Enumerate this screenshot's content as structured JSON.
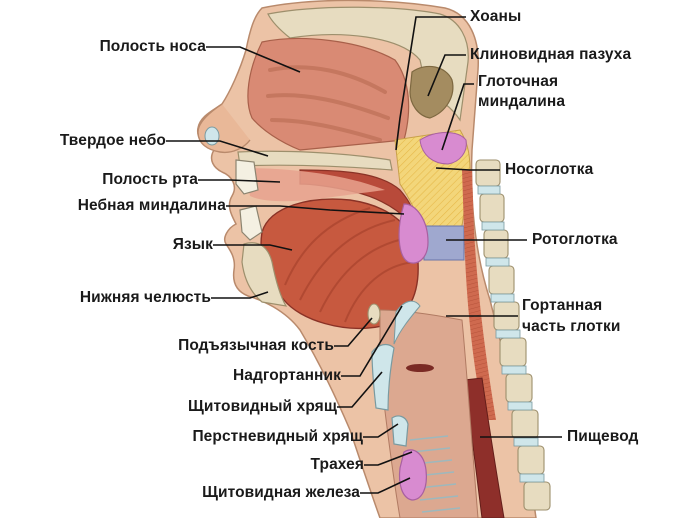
{
  "labels": {
    "nasal_cavity": "Полость носа",
    "hard_palate": "Твердое небо",
    "oral_cavity": "Полость рта",
    "palatine_tonsil": "Небная миндалина",
    "tongue": "Язык",
    "mandible": "Нижняя челюсть",
    "hyoid_bone": "Подъязычная кость",
    "epiglottis": "Надгортанник",
    "thyroid_cartilage": "Щитовидный хрящ",
    "cricoid_cartilage": "Перстневидный хрящ",
    "trachea": "Трахея",
    "thyroid_gland": "Щитовидная железа",
    "choanae": "Хоаны",
    "sphenoid_sinus": "Клиновидная пазуха",
    "pharyngeal_tonsil_1": "Глоточная",
    "pharyngeal_tonsil_2": "миндалина",
    "nasopharynx": "Носоглотка",
    "oropharynx": "Ротоглотка",
    "laryngopharynx_1": "Гортанная",
    "laryngopharynx_2": "часть глотки",
    "esophagus": "Пищевод"
  },
  "colors": {
    "skin": "#ecc3a6",
    "skin_edge": "#b98a6c",
    "tissue": "#d9826a",
    "muscle": "#c8614a",
    "bone": "#e7dcc0",
    "bone_edge": "#9d8f6c",
    "tongue": "#c7593f",
    "nasopharynx": "#f3d67a",
    "oropharynx": "#9fa8cf",
    "tonsil": "#d88bd0",
    "cartilage": "#cfe6ea",
    "esophagus": "#8e2f2a",
    "vertebra": "#e7dcc0"
  }
}
